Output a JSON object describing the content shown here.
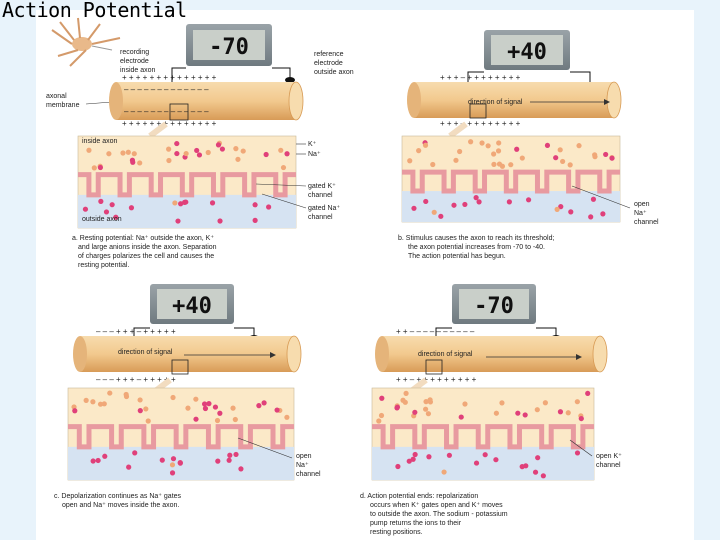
{
  "slide": {
    "title": "Action Potential"
  },
  "panels": [
    {
      "id": "a",
      "meter": "-70",
      "labels": {
        "recording_electrode": [
          "recording",
          "electrode",
          "inside axon"
        ],
        "reference_electrode": [
          "reference",
          "electrode",
          "outside axon"
        ],
        "axonal_membrane": [
          "axonal",
          "membrane"
        ],
        "inside_axon": "inside axon",
        "outside_axon": "outside axon",
        "k_plus": "K⁺",
        "na_plus": "Na⁺",
        "gated_k_channel": [
          "gated K⁺",
          "channel"
        ],
        "gated_na_channel": [
          "gated Na⁺",
          "channel"
        ]
      },
      "caption": [
        "a. Resting potential: Na⁺ outside the axon, K⁺",
        "and large anions inside the axon. Separation",
        "of charges polarizes the cell and causes the",
        "resting potential."
      ]
    },
    {
      "id": "b",
      "meter": "+40",
      "labels": {
        "direction_of_signal": "direction of signal",
        "open_na_channel": [
          "open",
          "Na⁺",
          "channel"
        ]
      },
      "caption": [
        "b. Stimulus causes the axon to reach its threshold;",
        "the axon potential increases from -70 to -40.",
        "The action potential has begun."
      ]
    },
    {
      "id": "c",
      "meter": "+40",
      "labels": {
        "direction_of_signal": "direction of signal",
        "open_na_channel": [
          "open",
          "Na⁺",
          "channel"
        ]
      },
      "caption": [
        "c. Depolarization continues as Na⁺ gates",
        "open and Na⁺ moves inside the axon."
      ]
    },
    {
      "id": "d",
      "meter": "-70",
      "labels": {
        "direction_of_signal": "direction of signal",
        "open_k_channel": [
          "open K⁺",
          "channel"
        ]
      },
      "caption": [
        "d. Action potential ends: repolarization",
        "occurs when K⁺ gates open and K⁺ moves",
        "to outside the axon. The sodium - potassium",
        "pump returns the ions to their",
        "resting positions."
      ]
    }
  ],
  "colors": {
    "axon": "#f2c98e",
    "axon_shadow": "#d79a54",
    "meter_screen": "#c9cfc9",
    "meter_frame": "#7f8a8f",
    "membrane": "#e89aa0",
    "inside": "#fbe9c8",
    "outside": "#d6e3f2",
    "na_ion": "#e0407a",
    "k_ion": "#f0a878"
  }
}
